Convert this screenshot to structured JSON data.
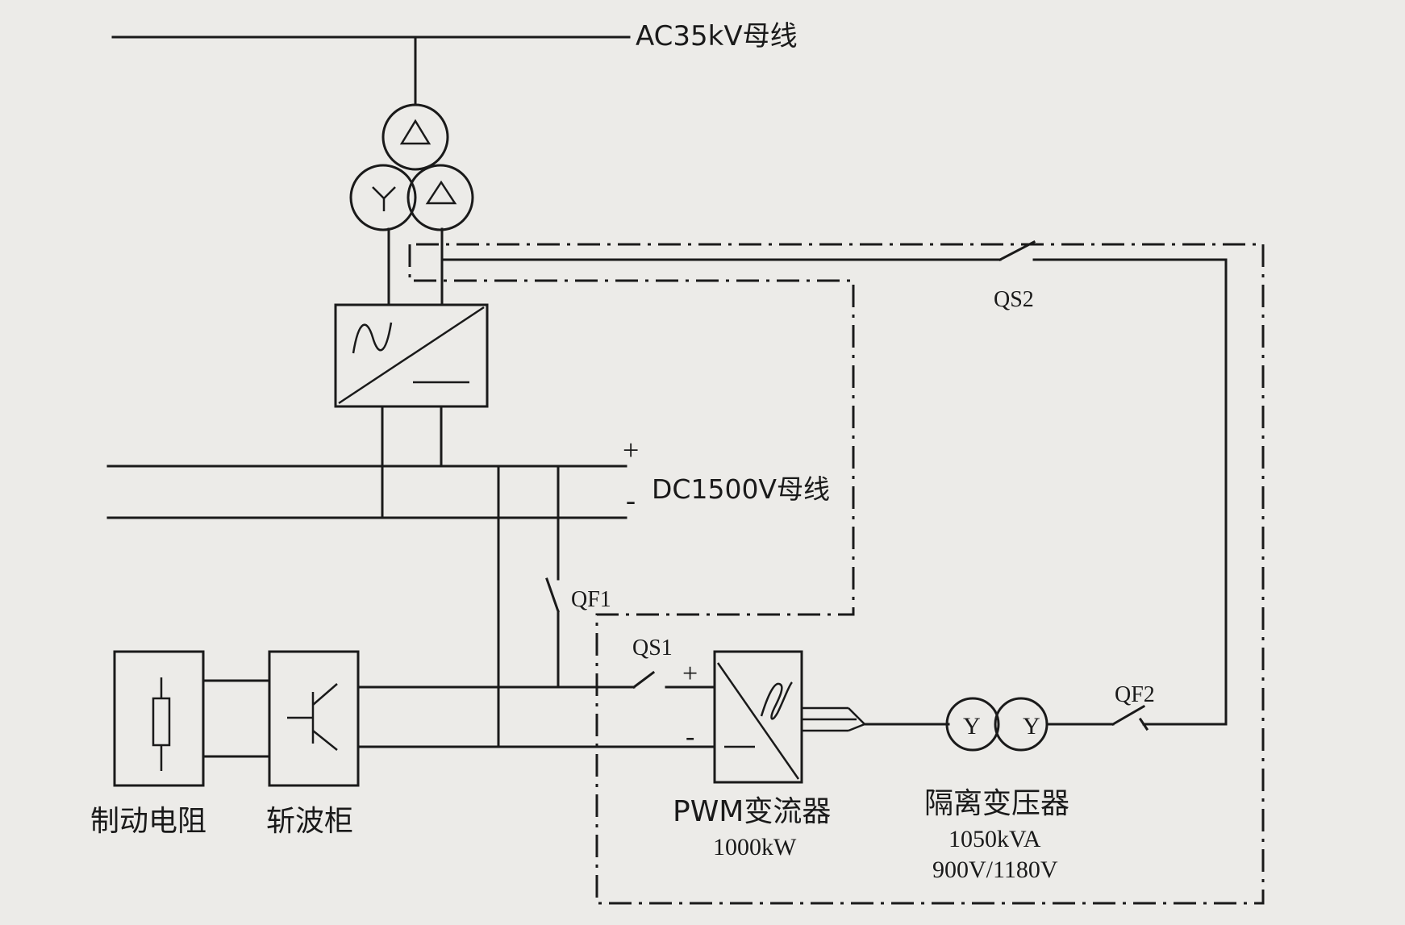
{
  "labels": {
    "ac_bus": "AC35kV母线",
    "dc_bus": "DC1500V母线",
    "dc_plus": "+",
    "dc_minus": "-",
    "qs2": "QS2",
    "qf1": "QF1",
    "qs1": "QS1",
    "qf2": "QF2",
    "pwm_plus": "+",
    "pwm_minus": "-",
    "y1": "Y",
    "y2": "Y",
    "braking_resistor": "制动电阻",
    "chopper": "斩波柜",
    "pwm_converter": "PWM变流器",
    "pwm_power": "1000kW",
    "iso_transformer": "隔离变压器",
    "iso_rating": "1050kVA",
    "iso_voltage": "900V/1180V"
  }
}
